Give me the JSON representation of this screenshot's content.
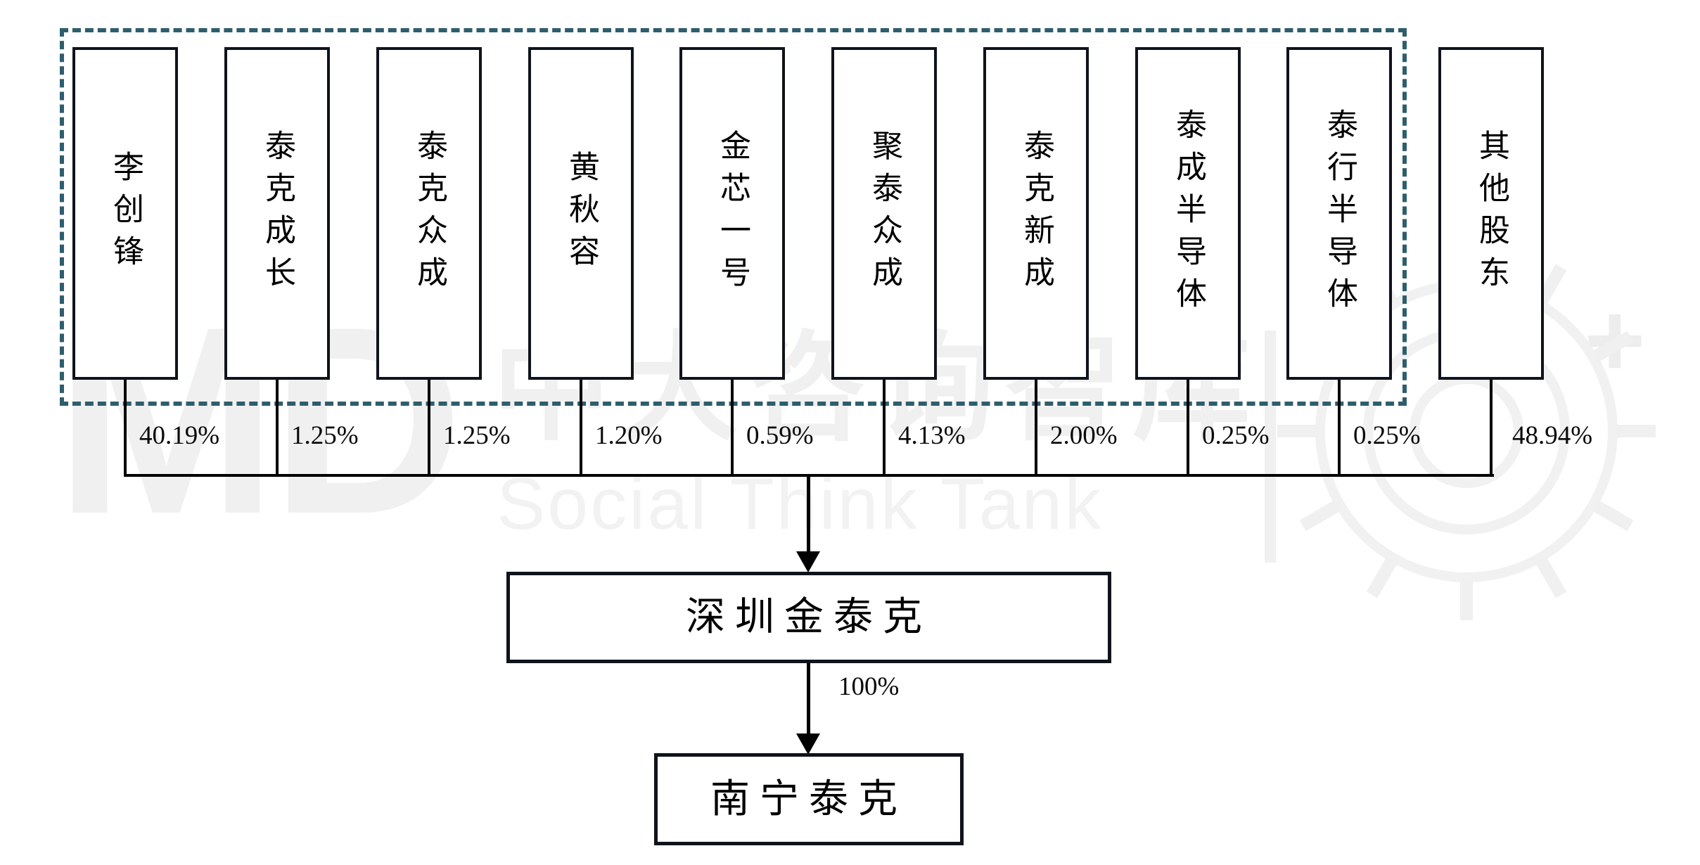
{
  "diagram": {
    "shareholders": [
      {
        "name": "李创锋",
        "pct": "40.19%"
      },
      {
        "name": "泰克成长",
        "pct": "1.25%"
      },
      {
        "name": "泰克众成",
        "pct": "1.25%"
      },
      {
        "name": "黄秋容",
        "pct": "1.20%"
      },
      {
        "name": "金芯一号",
        "pct": "0.59%"
      },
      {
        "name": "聚泰众成",
        "pct": "4.13%"
      },
      {
        "name": "泰克新成",
        "pct": "2.00%"
      },
      {
        "name": "泰成半导体",
        "pct": "0.25%"
      },
      {
        "name": "泰行半导体",
        "pct": "0.25%"
      },
      {
        "name": "其他股东",
        "pct": "48.94%"
      }
    ],
    "parent_company": "深圳金泰克",
    "subsidiary_company": "南宁泰克",
    "parent_to_subsidiary_pct": "100%"
  },
  "watermark": {
    "monogram": "MD",
    "cjk_text": "中大咨询智库",
    "en_text": "Social Think Tank",
    "divider": "|",
    "plus": "+"
  },
  "colors": {
    "dashed_border": "#2e5e6d",
    "line": "#000000",
    "box_border": "#0f131b",
    "watermark": "#f0f0f0"
  }
}
